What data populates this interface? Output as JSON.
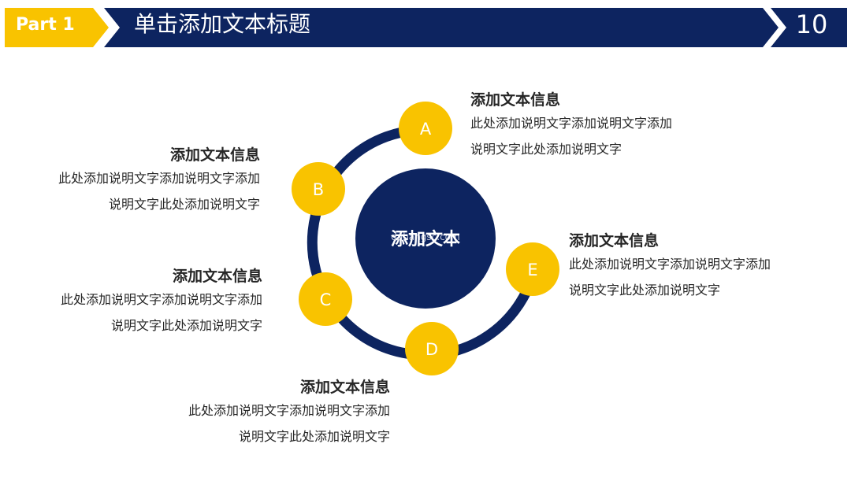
{
  "header": {
    "part_label": "Part 1",
    "title": "单击添加文本标题",
    "page_number": "10"
  },
  "colors": {
    "navy": "#0d2460",
    "yellow": "#f9c300",
    "text": "#262626",
    "white": "#ffffff"
  },
  "center": {
    "label": "添加文本",
    "watermark": "dahangsc.com"
  },
  "nodes": [
    {
      "id": "A",
      "label": "A"
    },
    {
      "id": "B",
      "label": "B"
    },
    {
      "id": "C",
      "label": "C"
    },
    {
      "id": "D",
      "label": "D"
    },
    {
      "id": "E",
      "label": "E"
    }
  ],
  "blocks": {
    "A": {
      "heading": "添加文本信息",
      "line1": "此处添加说明文字添加说明文字添加",
      "line2": "说明文字此处添加说明文字"
    },
    "B": {
      "heading": "添加文本信息",
      "line1": "此处添加说明文字添加说明文字添加",
      "line2": "说明文字此处添加说明文字"
    },
    "C": {
      "heading": "添加文本信息",
      "line1": "此处添加说明文字添加说明文字添加",
      "line2": "说明文字此处添加说明文字"
    },
    "D": {
      "heading": "添加文本信息",
      "line1": "此处添加说明文字添加说明文字添加",
      "line2": "说明文字此处添加说明文字"
    },
    "E": {
      "heading": "添加文本信息",
      "line1": "此处添加说明文字添加说明文字添加",
      "line2": "说明文字此处添加说明文字"
    }
  }
}
